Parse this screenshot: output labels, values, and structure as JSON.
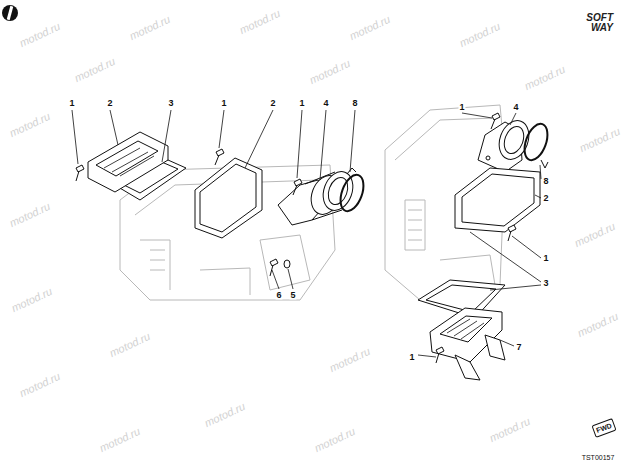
{
  "diagram": {
    "labels": [
      "1",
      "2",
      "3",
      "1",
      "2",
      "1",
      "4",
      "8",
      "6",
      "5",
      "1",
      "4",
      "8",
      "2",
      "1",
      "3",
      "1",
      "7",
      "SOFT WAY",
      "FWD",
      "TST00157",
      "motod.ru",
      "motod.ru",
      "motod.ru",
      "motod.ru",
      "motod.ru",
      "motod.ru",
      "motod.ru",
      "motod.ru",
      "motod.ru",
      "motod.ru",
      "motod.ru",
      "motod.ru",
      "motod.ru",
      "motod.ru",
      "motod.ru",
      "motod.ru",
      "motod.ru",
      "motod.ru",
      "motod.ru",
      "motod.ru",
      "motod.ru"
    ]
  }
}
